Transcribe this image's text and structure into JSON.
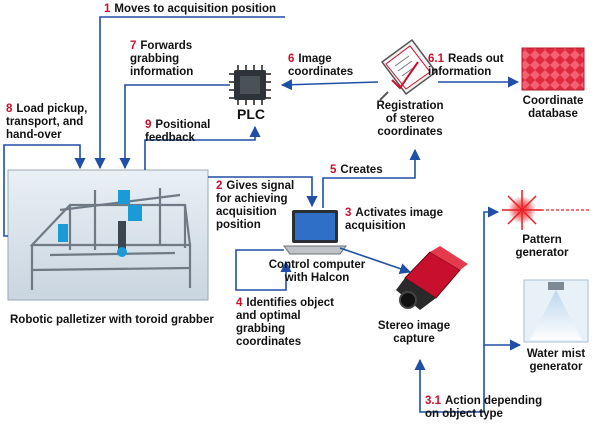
{
  "steps": {
    "s1": {
      "num": "1",
      "text": "Moves to acquisition position"
    },
    "s2": {
      "num": "2",
      "text": "Gives signal\nfor achieving\nacquisition\nposition"
    },
    "s3": {
      "num": "3",
      "text": "Activates image\nacquisition"
    },
    "s31": {
      "num": "3.1",
      "text": "Action depending\non object type"
    },
    "s4": {
      "num": "4",
      "text": "Identifies object\nand optimal\ngrabbing\ncoordinates"
    },
    "s5": {
      "num": "5",
      "text": "Creates"
    },
    "s6": {
      "num": "6",
      "text": "Image\ncoordinates"
    },
    "s61": {
      "num": "6.1",
      "text": "Reads out\ninformation"
    },
    "s7": {
      "num": "7",
      "text": "Forwards\ngrabbing\ninformation"
    },
    "s8": {
      "num": "8",
      "text": "Load pickup,\ntransport, and\nhand-over"
    },
    "s9": {
      "num": "9",
      "text": "Positional\nfeedback"
    }
  },
  "nodes": {
    "plc": "PLC",
    "registration": "Registration\nof stereo\ncoordinates",
    "database": "Coordinate\ndatabase",
    "computer": "Control computer\nwith Halcon",
    "stereo": "Stereo image\ncapture",
    "pattern": "Pattern\ngenerator",
    "water": "Water mist\ngenerator",
    "robot": "Robotic palletizer with toroid grabber"
  },
  "colors": {
    "step_number": "#c8102e",
    "arrow": "#1f4fa6",
    "laser": "#e41e26"
  }
}
